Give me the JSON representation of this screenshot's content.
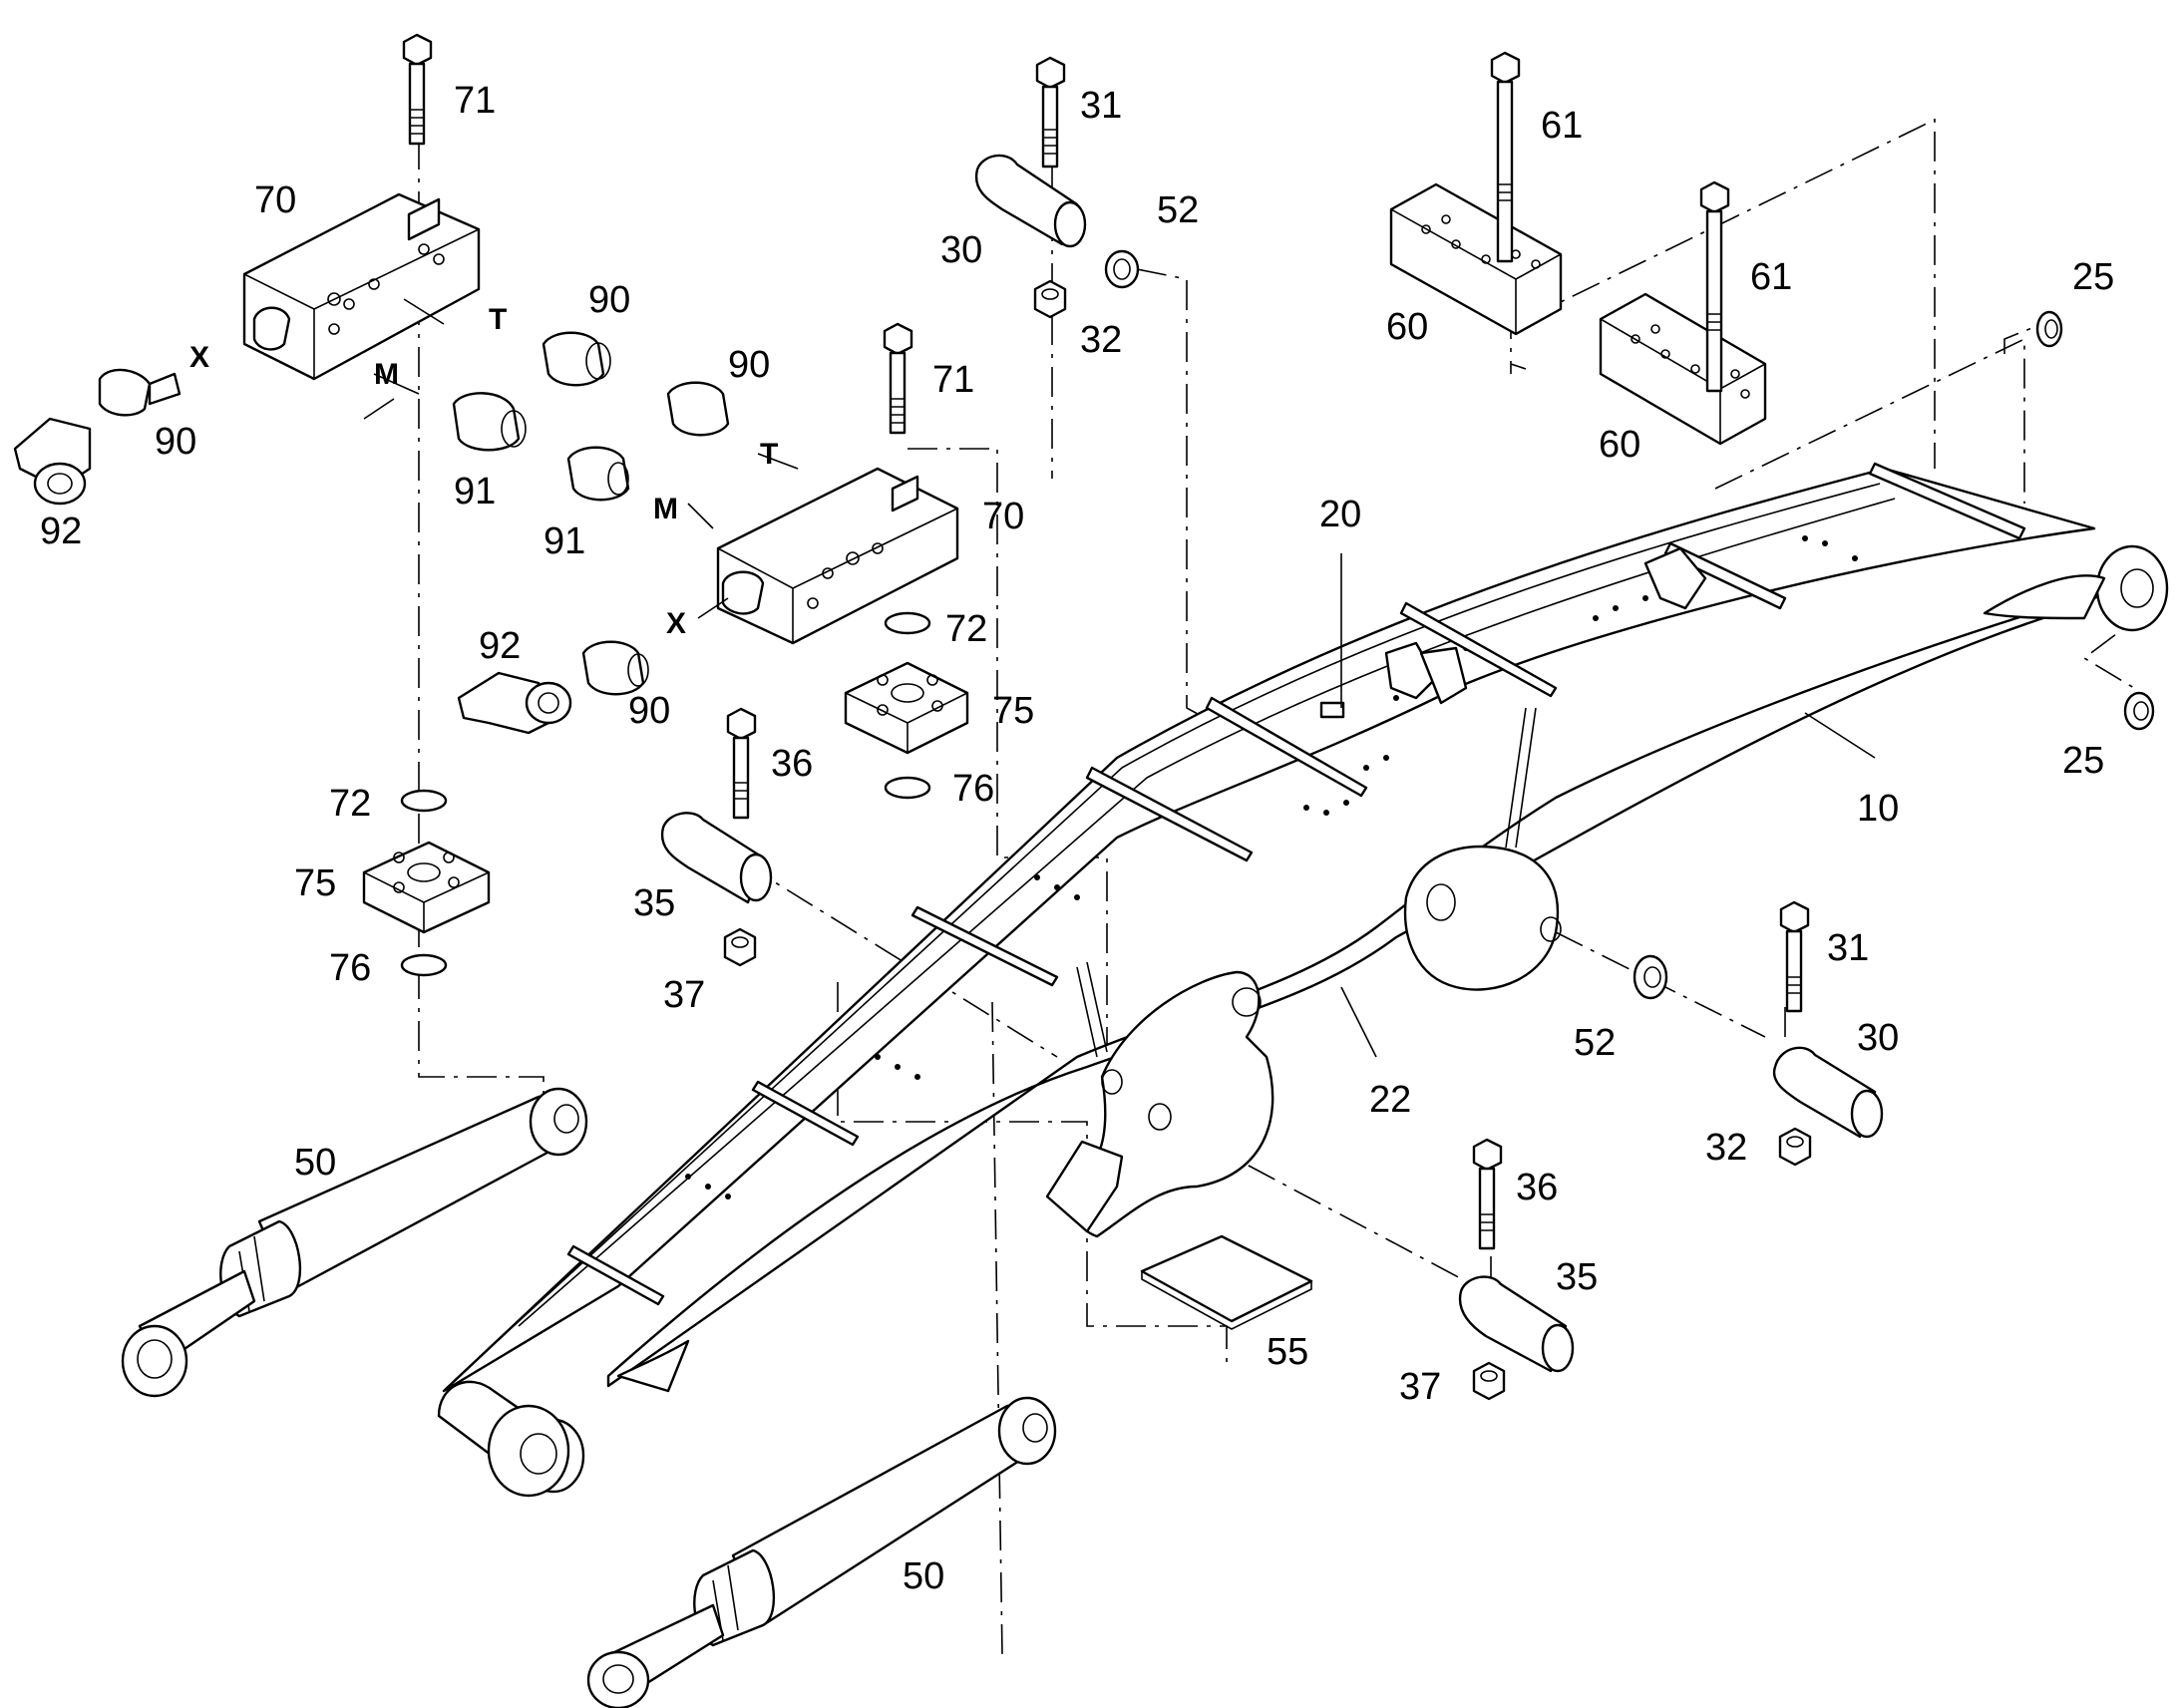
{
  "labels": {
    "p10": "10",
    "p20": "20",
    "p22": "22",
    "p25a": "25",
    "p25b": "25",
    "p30a": "30",
    "p30b": "30",
    "p31a": "31",
    "p31b": "31",
    "p32a": "32",
    "p32b": "32",
    "p35a": "35",
    "p35b": "35",
    "p36a": "36",
    "p36b": "36",
    "p37a": "37",
    "p37b": "37",
    "p50a": "50",
    "p50b": "50",
    "p52a": "52",
    "p52b": "52",
    "p55": "55",
    "p60a": "60",
    "p60b": "60",
    "p61a": "61",
    "p61b": "61",
    "p70a": "70",
    "p70b": "70",
    "p71a": "71",
    "p71b": "71",
    "p72a": "72",
    "p72b": "72",
    "p75a": "75",
    "p75b": "75",
    "p76a": "76",
    "p76b": "76",
    "p90a": "90",
    "p90b": "90",
    "p90c": "90",
    "p90d": "90",
    "p91a": "91",
    "p91b": "91",
    "p92a": "92",
    "p92b": "92"
  },
  "ports": {
    "xa": "X",
    "ta": "T",
    "ma": "M",
    "xb": "X",
    "tb": "T",
    "mb": "M"
  },
  "colors": {
    "line": "#000000",
    "background": "#ffffff"
  }
}
